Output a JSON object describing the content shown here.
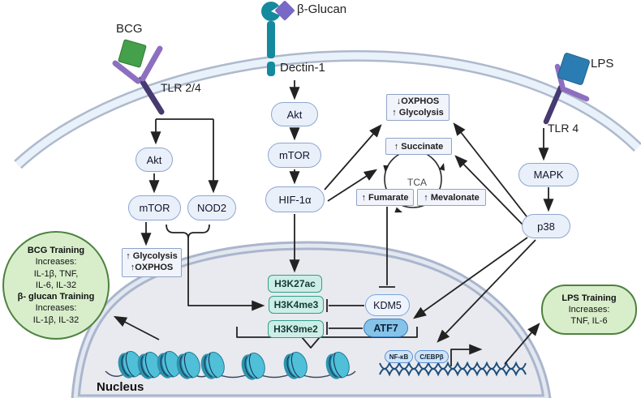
{
  "ligands": {
    "bcg": {
      "label": "BCG",
      "receptor_label": "TLR 2/4"
    },
    "beta_glucan": {
      "label": "β-Glucan",
      "receptor_label": "Dectin-1"
    },
    "lps": {
      "label": "LPS",
      "receptor_label": "TLR 4"
    }
  },
  "nodes": {
    "akt_bcg": "Akt",
    "mtor_bcg": "mTOR",
    "nod2": "NOD2",
    "akt_dectin": "Akt",
    "mtor_dectin": "mTOR",
    "hif1a": "HIF-1α",
    "mapk": "MAPK",
    "p38": "p38"
  },
  "metabolism": {
    "bcg_effect_box": {
      "lines": [
        "↑ Glycolysis",
        "↑OXPHOS"
      ]
    },
    "oxphos_box": {
      "lines": [
        "↓OXPHOS",
        "↑ Glycolysis"
      ]
    },
    "succinate": "↑ Succinate",
    "fumarate": "↑ Fumarate",
    "mevalonate": "↑ Mevalonate",
    "tca_label": "TCA"
  },
  "epigenetics": {
    "h3k27ac": "H3K27ac",
    "h3k4me3": "H3K4me3",
    "h3k9me2": "H3K9me2",
    "kdm5": "KDM5",
    "atf7": "ATF7"
  },
  "transcription": {
    "nfkb": "NF-κB",
    "cebpb": "C/EBPβ"
  },
  "outcomes": {
    "bcg_training": {
      "lines": [
        "BCG Training",
        "Increases:",
        "IL-1β, TNF,",
        "IL-6, IL-32",
        "β- glucan Training",
        "Increases:",
        "IL-1β, IL-32"
      ]
    },
    "lps_training": {
      "lines": [
        "LPS Training",
        "Increases:",
        "TNF, IL-6"
      ]
    }
  },
  "nucleus_label": "Nucleus",
  "colors": {
    "node_fill": "#e9f0fa",
    "node_border": "#8ea6cf",
    "box_fill": "#f1f4fb",
    "box_border": "#8fa3c8",
    "histone_fill": "#cdeee6",
    "histone_border": "#2fa08c",
    "atf7_fill": "#85c3e8",
    "atf7_border": "#3b7fc2",
    "kdm5_fill": "#eef4fd",
    "kdm5_border": "#79a4dc",
    "tf_fill": "#cfe4f8",
    "tf_border": "#5b8fd4",
    "bubble_fill": "#d8eecb",
    "bubble_border": "#4e823e",
    "membrane_edge": "#aeb9cc",
    "membrane_fill": "#e9f2fb",
    "nucleus_fill": "#e9eaef",
    "nucleus_edge": "#aab6cd",
    "nucleosome": "#4fc0d8",
    "nucleosome_dark": "#2f93ad",
    "dna": "#1e4e7c",
    "arrow": "#222222",
    "bcg_green": "#44a04a",
    "lps_blue": "#2b7cb3",
    "dectin_teal": "#15899e",
    "glucan_purple": "#7769c5",
    "receptor_purple": "#8d6fc0",
    "receptor_stem": "#463a70"
  }
}
